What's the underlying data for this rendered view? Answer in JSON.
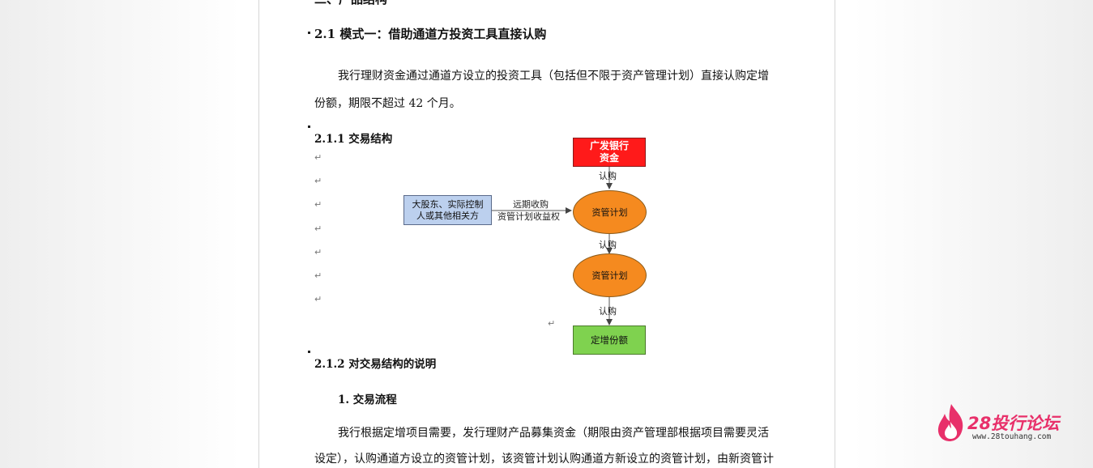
{
  "doc": {
    "top_heading": "二、产品结构",
    "section_2_1": "2.1  模式一：借助通道方投资工具直接认购",
    "para1_line1": "我行理财资金通过通道方设立的投资工具（包括但不限于资产管理计划）直接认购定增",
    "para1_line2": "份额，期限不超过 42 个月。",
    "section_2_1_1": "2.1.1  交易结构",
    "section_2_1_2": "2.1.2  对交易结构的说明",
    "item_1": "1. 交易流程",
    "para2_line1": "我行根据定增项目需要，发行理财产品募集资金（期限由资产管理部根据项目需要灵活",
    "para2_line2": "设定），认购通道方设立的资管计划，该资管计划认购通道方新设立的资管计划，由新资管计",
    "return_mark": "↵"
  },
  "diagram": {
    "bank_box": "广发银行\n资金",
    "plan_top": "资管计划",
    "plan_bottom": "资管计划",
    "final_box": "定增份额",
    "shareholder_box": "大股东、实际控制\n人或其他相关方",
    "edge_subscribe_1": "认购",
    "edge_subscribe_2": "认购",
    "edge_subscribe_3": "认购",
    "edge_side_line1": "远期收购",
    "edge_side_line2": "资管计划收益权",
    "colors": {
      "bank": "#ff1a1a",
      "plan": "#f58a1f",
      "final": "#7fd24f",
      "shareholder": "#bcd0ee"
    }
  },
  "logo": {
    "brand": "28投行论坛",
    "url": "www.28touhang.com"
  }
}
